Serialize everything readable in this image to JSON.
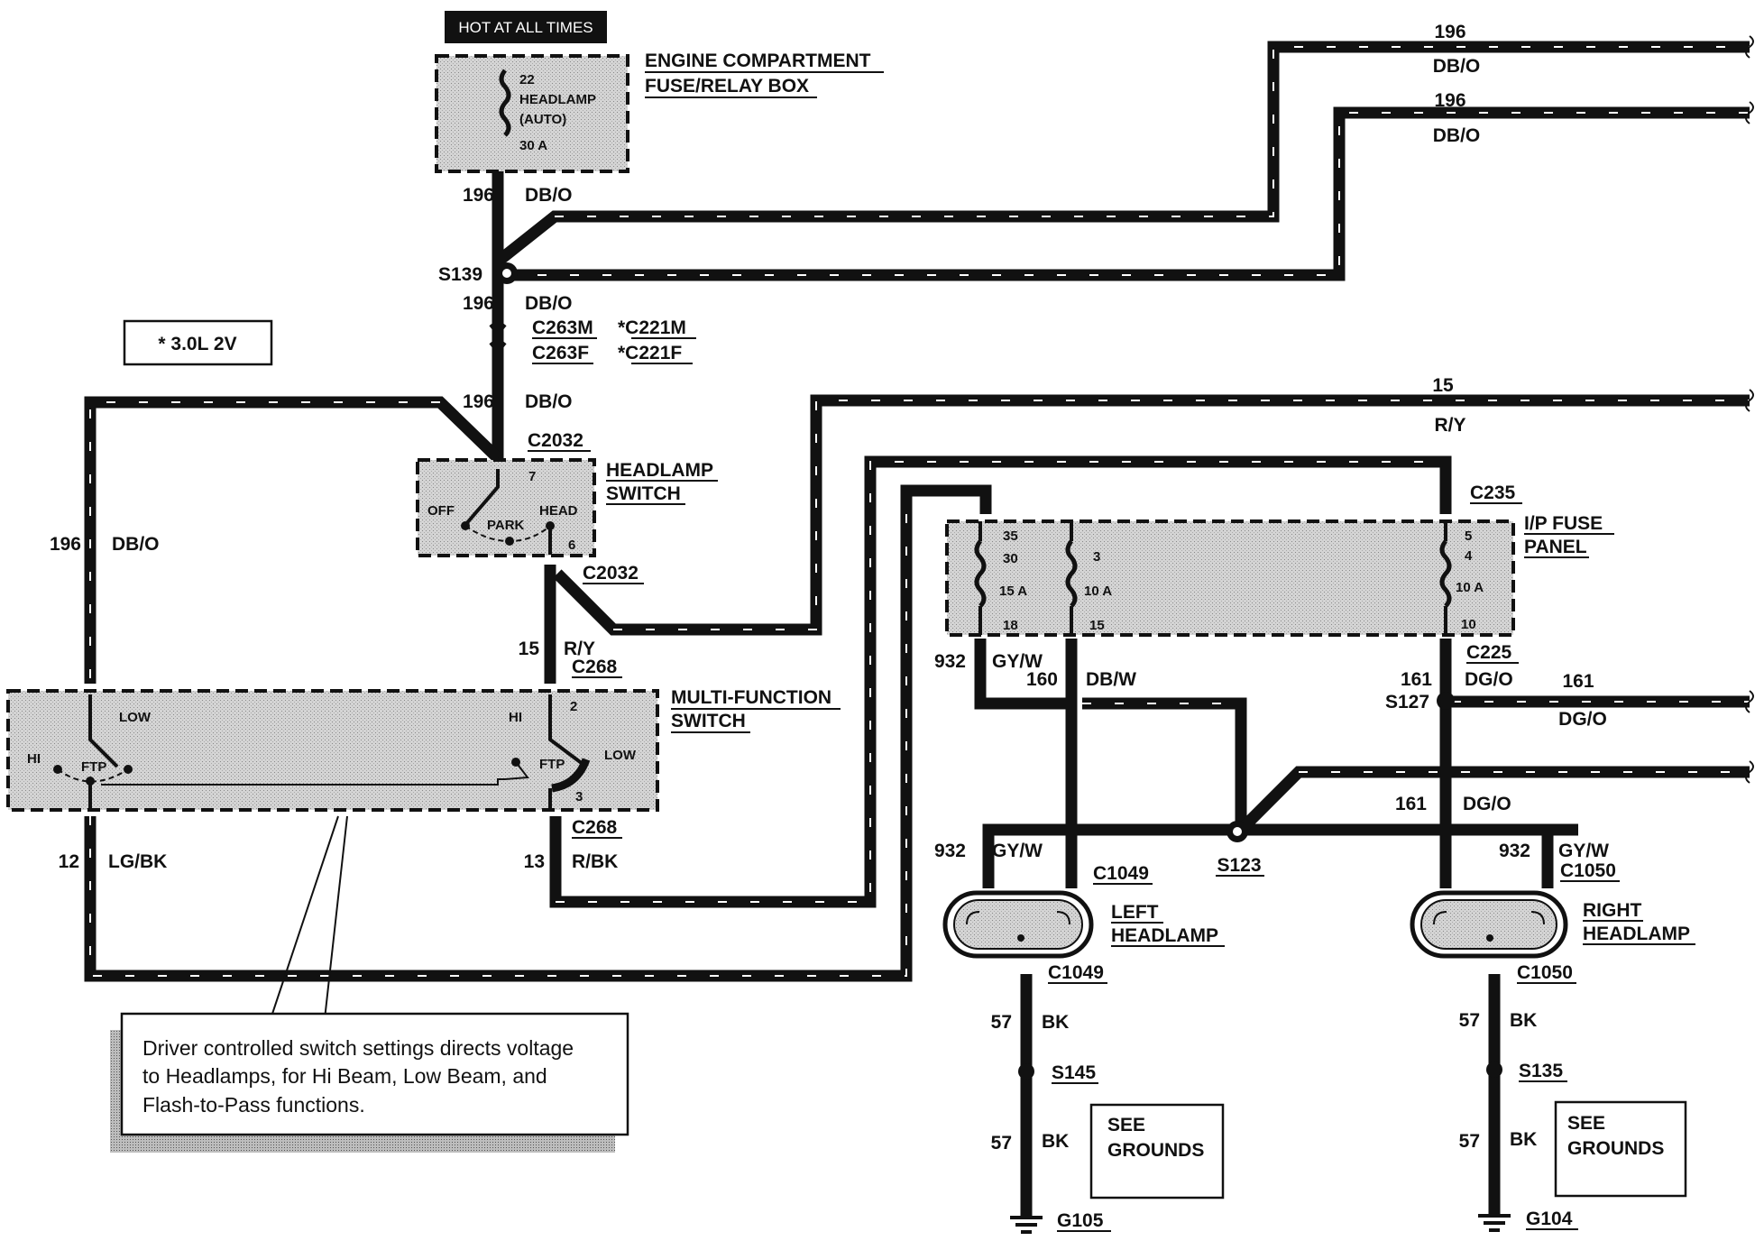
{
  "hot_label": "HOT AT ALL TIMES",
  "engine_fuse_box": {
    "title_line1": "ENGINE COMPARTMENT",
    "title_line2": "FUSE/RELAY BOX",
    "fuse_number": "22",
    "fuse_name": "HEADLAMP",
    "fuse_mode": "(AUTO)",
    "fuse_rating": "30 A"
  },
  "variant_note": "* 3.0L 2V",
  "splices": {
    "s139": "S139",
    "s127": "S127",
    "s123": "S123",
    "s145": "S145",
    "s135": "S135"
  },
  "connectors": {
    "c263m": "C263M",
    "c263f": "C263F",
    "c221m": "*C221M",
    "c221f": "*C221F",
    "c2032": "C2032",
    "c268": "C268",
    "c235": "C235",
    "c225": "C225",
    "c1049": "C1049",
    "c1050": "C1050"
  },
  "wires": {
    "w196": "196",
    "dbo": "DB/O",
    "w15": "15",
    "ry": "R/Y",
    "w12": "12",
    "lgbk": "LG/BK",
    "w13": "13",
    "rbk": "R/BK",
    "w932": "932",
    "gyw": "GY/W",
    "w160": "160",
    "dbw": "DB/W",
    "w161": "161",
    "dgo": "DG/O",
    "w57": "57",
    "bk": "BK"
  },
  "headlamp_switch": {
    "title_line1": "HEADLAMP",
    "title_line2": "SWITCH",
    "pin_in": "7",
    "pin_out": "6",
    "off": "OFF",
    "park": "PARK",
    "head": "HEAD"
  },
  "multi_function_switch": {
    "title_line1": "MULTI-FUNCTION",
    "title_line2": "SWITCH",
    "low_left": "LOW",
    "hi_left": "HI",
    "ftp_left": "FTP",
    "hi_right": "HI",
    "ftp_right": "FTP",
    "low_right": "LOW",
    "pin_2": "2",
    "pin_3": "3"
  },
  "ip_fuse_panel": {
    "title_line1": "I/P FUSE",
    "title_line2": "PANEL",
    "fuse_a_top1": "35",
    "fuse_a_top2": "30",
    "fuse_a_rating": "15 A",
    "fuse_a_bottom": "18",
    "fuse_b_top": "3",
    "fuse_b_rating": "10 A",
    "fuse_b_bottom": "15",
    "fuse_c_top1": "5",
    "fuse_c_top2": "4",
    "fuse_c_rating": "10 A",
    "fuse_c_bottom": "10"
  },
  "headlamps": {
    "left_line1": "LEFT",
    "left_line2": "HEADLAMP",
    "right_line1": "RIGHT",
    "right_line2": "HEADLAMP"
  },
  "grounds": {
    "g105": "G105",
    "g104": "G104",
    "see_line1": "SEE",
    "see_line2": "GROUNDS"
  },
  "note": {
    "line1": "Driver controlled switch settings directs voltage",
    "line2": "to Headlamps, for Hi Beam, Low Beam, and",
    "line3": "Flash-to-Pass functions."
  }
}
